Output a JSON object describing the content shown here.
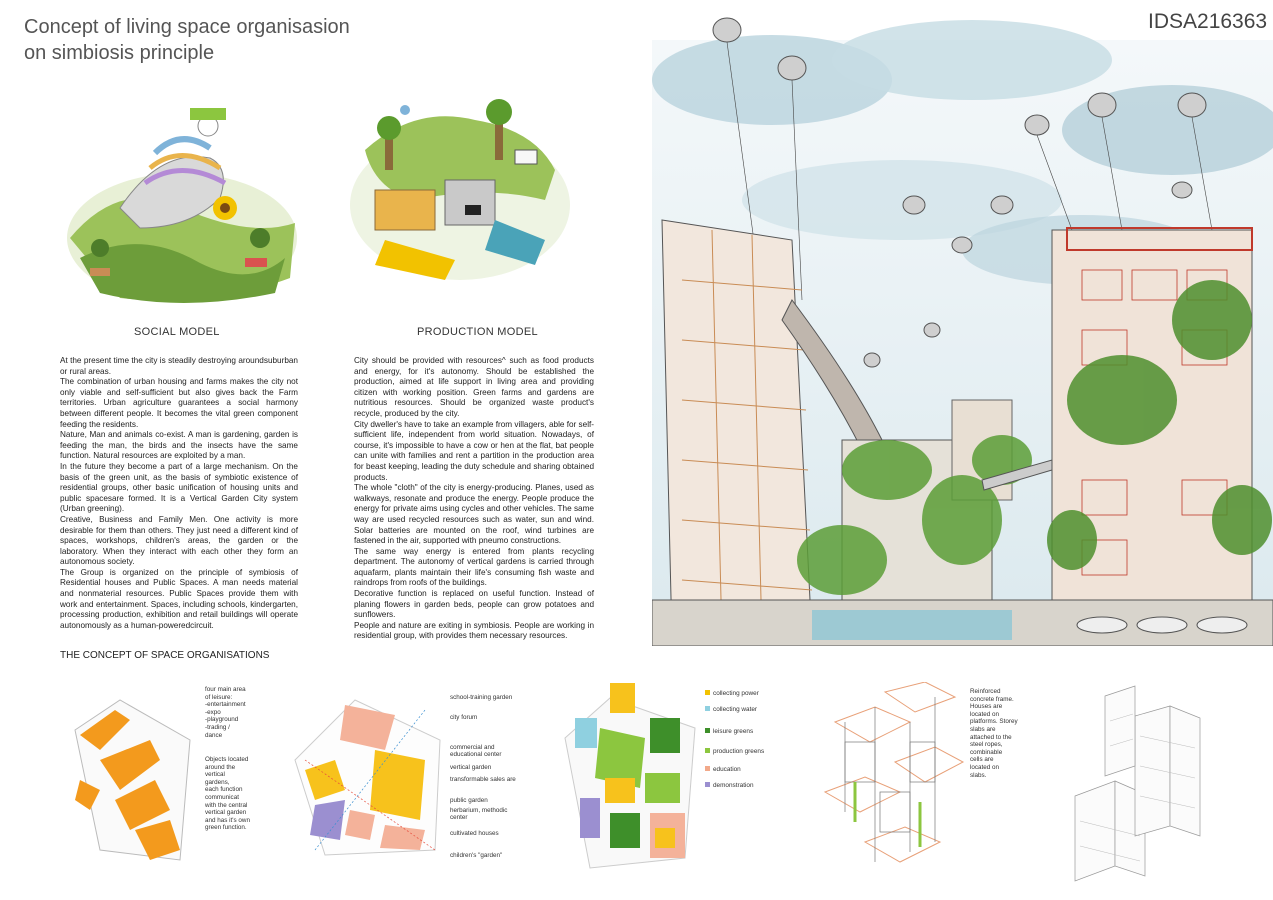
{
  "header": {
    "title_line1": "Concept of living space organisasion",
    "title_line2": "on simbiosis principle",
    "code": "IDSA216363"
  },
  "models": {
    "social_caption": "SOCIAL MODEL",
    "production_caption": "PRODUCTION MODEL"
  },
  "social_text": [
    "At the present time the city is steadily destroying aroundsuburban or rural areas.",
    "The combination of urban housing and farms makes the city not only viable and self-sufficient but also gives back the Farm territories. Urban agriculture guarantees a social harmony between different people. It becomes the vital green component feeding the residents.",
    "Nature, Man and animals co-exist. A man is gardening, garden is feeding the man, the birds and the insects have the same function. Natural resources are exploited by a man.",
    "In the future they become a part of a large mechanism. On the basis of the green unit, as the basis of symbiotic existence of residential groups, other basic unification of housing units and public spacesare formed. It is a Vertical Garden City system (Urban greening).",
    "Creative, Business and Family Men. One activity is more desirable for them than others. They just need a different kind of spaces, workshops, children's areas, the garden or the laboratory. When they interact with each other they form an autonomous society.",
    "The Group is organized on the principle of symbiosis of Residential houses and Public Spaces. A man needs material and nonmaterial resources. Public Spaces provide them with work and entertainment. Spaces, including schools, kindergarten, processing production, exhibition and retail buildings will operate autonomously as a human-poweredcircuit."
  ],
  "production_text": [
    "City should be provided with resources^ such as food products and energy, for  it's autonomy. Should be established the production, aimed at life support in living area and providing citizen with working position. Green farms and gardens are nutritious resources. Should be organized waste product's recycle, produced by the city.",
    "City dweller's have to take an example from villagers, able for self-sufficient life, independent from world  situation. Nowadays, of course, it's impossible to have a cow or hen at the flat, bat people can unite with families and rent a partition in the production area for beast keeping, leading the duty schedule and sharing obtained products.",
    "The whole \"cloth\" of the city is energy-producing. Planes, used as walkways, resonate and produce the energy. People produce the energy for private aims using cycles and other vehicles. The same way are used recycled resources such as water, sun and wind. Solar batteries are mounted on the roof, wind turbines are fastened in the air, supported with pneumo constructions.",
    "The same way energy is entered from plants recycling department. The autonomy of vertical gardens is carried through aquafarm, plants maintain their life's consuming fish waste and raindrops from roofs of the buildings.",
    "Decorative function is replaced on useful function. Instead of planing flowers in garden beds, people can grow potatoes and sunflowers.",
    "People and nature are exiting in symbiosis. People are working in residential group, with provides them necessary resources."
  ],
  "concept": {
    "section_title": "THE CONCEPT OF SPACE ORGANISATIONS",
    "note1": [
      "four main  area",
      "of leisure:",
      "-entertainment",
      "-expo",
      "-playground",
      "-trading /",
      "dance"
    ],
    "note2": [
      "Objects located",
      "around the",
      "vertical",
      "gardens,",
      "each function",
      "communicat",
      "with the central",
      "vertical garden",
      "and has it's own",
      "green function."
    ],
    "labels": [
      "school-training garden",
      "city forum",
      "commercial and educational center",
      "vertical garden",
      "transformable sales are",
      "public garden",
      "herbarium, methodic center",
      "cultivated houses",
      "children's \"garden\""
    ],
    "legend": [
      {
        "label": "collecting power",
        "color": "#f2c200"
      },
      {
        "label": "collecting water",
        "color": "#8fd0e0"
      },
      {
        "label": "leisure greens",
        "color": "#3e8f2a"
      },
      {
        "label": "production greens",
        "color": "#8cc63f"
      },
      {
        "label": "education",
        "color": "#f2a98a"
      },
      {
        "label": "demonstration",
        "color": "#9b8fd0"
      }
    ],
    "note3": [
      "Reinforced",
      "concrete frame.",
      "Houses are",
      "located on",
      "platforms. Storey",
      "slabs are",
      "attached to the",
      "steel ropes,",
      "combinable",
      "cells are",
      "located on",
      "slabs."
    ]
  }
}
